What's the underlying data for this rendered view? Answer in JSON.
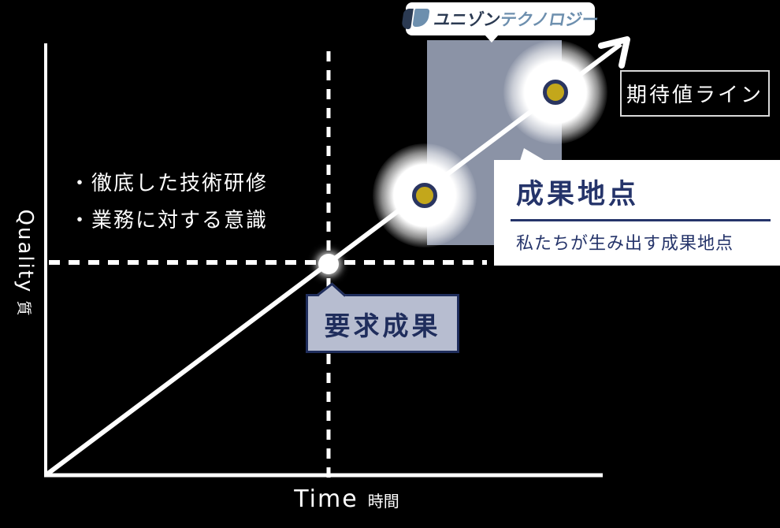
{
  "logo": {
    "brand_first": "ユニゾン",
    "brand_second": "テクノロジー"
  },
  "axes": {
    "y_label_en": "Quality",
    "y_label_ja": "質",
    "x_label_en": "Time",
    "x_label_ja": "時間"
  },
  "notes": {
    "line1": "・徹底した技術研修",
    "line2": "・業務に対する意識"
  },
  "labels": {
    "expectation_line": "期待値ライン",
    "required_result": "要求成果",
    "result_point_title": "成果地点",
    "result_point_subtitle": "私たちが生み出す成果地点"
  },
  "colors": {
    "background": "#000000",
    "axis_white": "#ffffff",
    "band_gray_blue": "#8b93a6",
    "bubble_light_blue": "#b7bdd0",
    "navy_text": "#25346a",
    "navy_border": "#1f2d5c",
    "logo_dark_navy": "#2b3a52",
    "logo_steel_blue": "#6d8fae",
    "dot_gold": "#c3a71b",
    "dot_ring_navy": "#2a3560"
  }
}
